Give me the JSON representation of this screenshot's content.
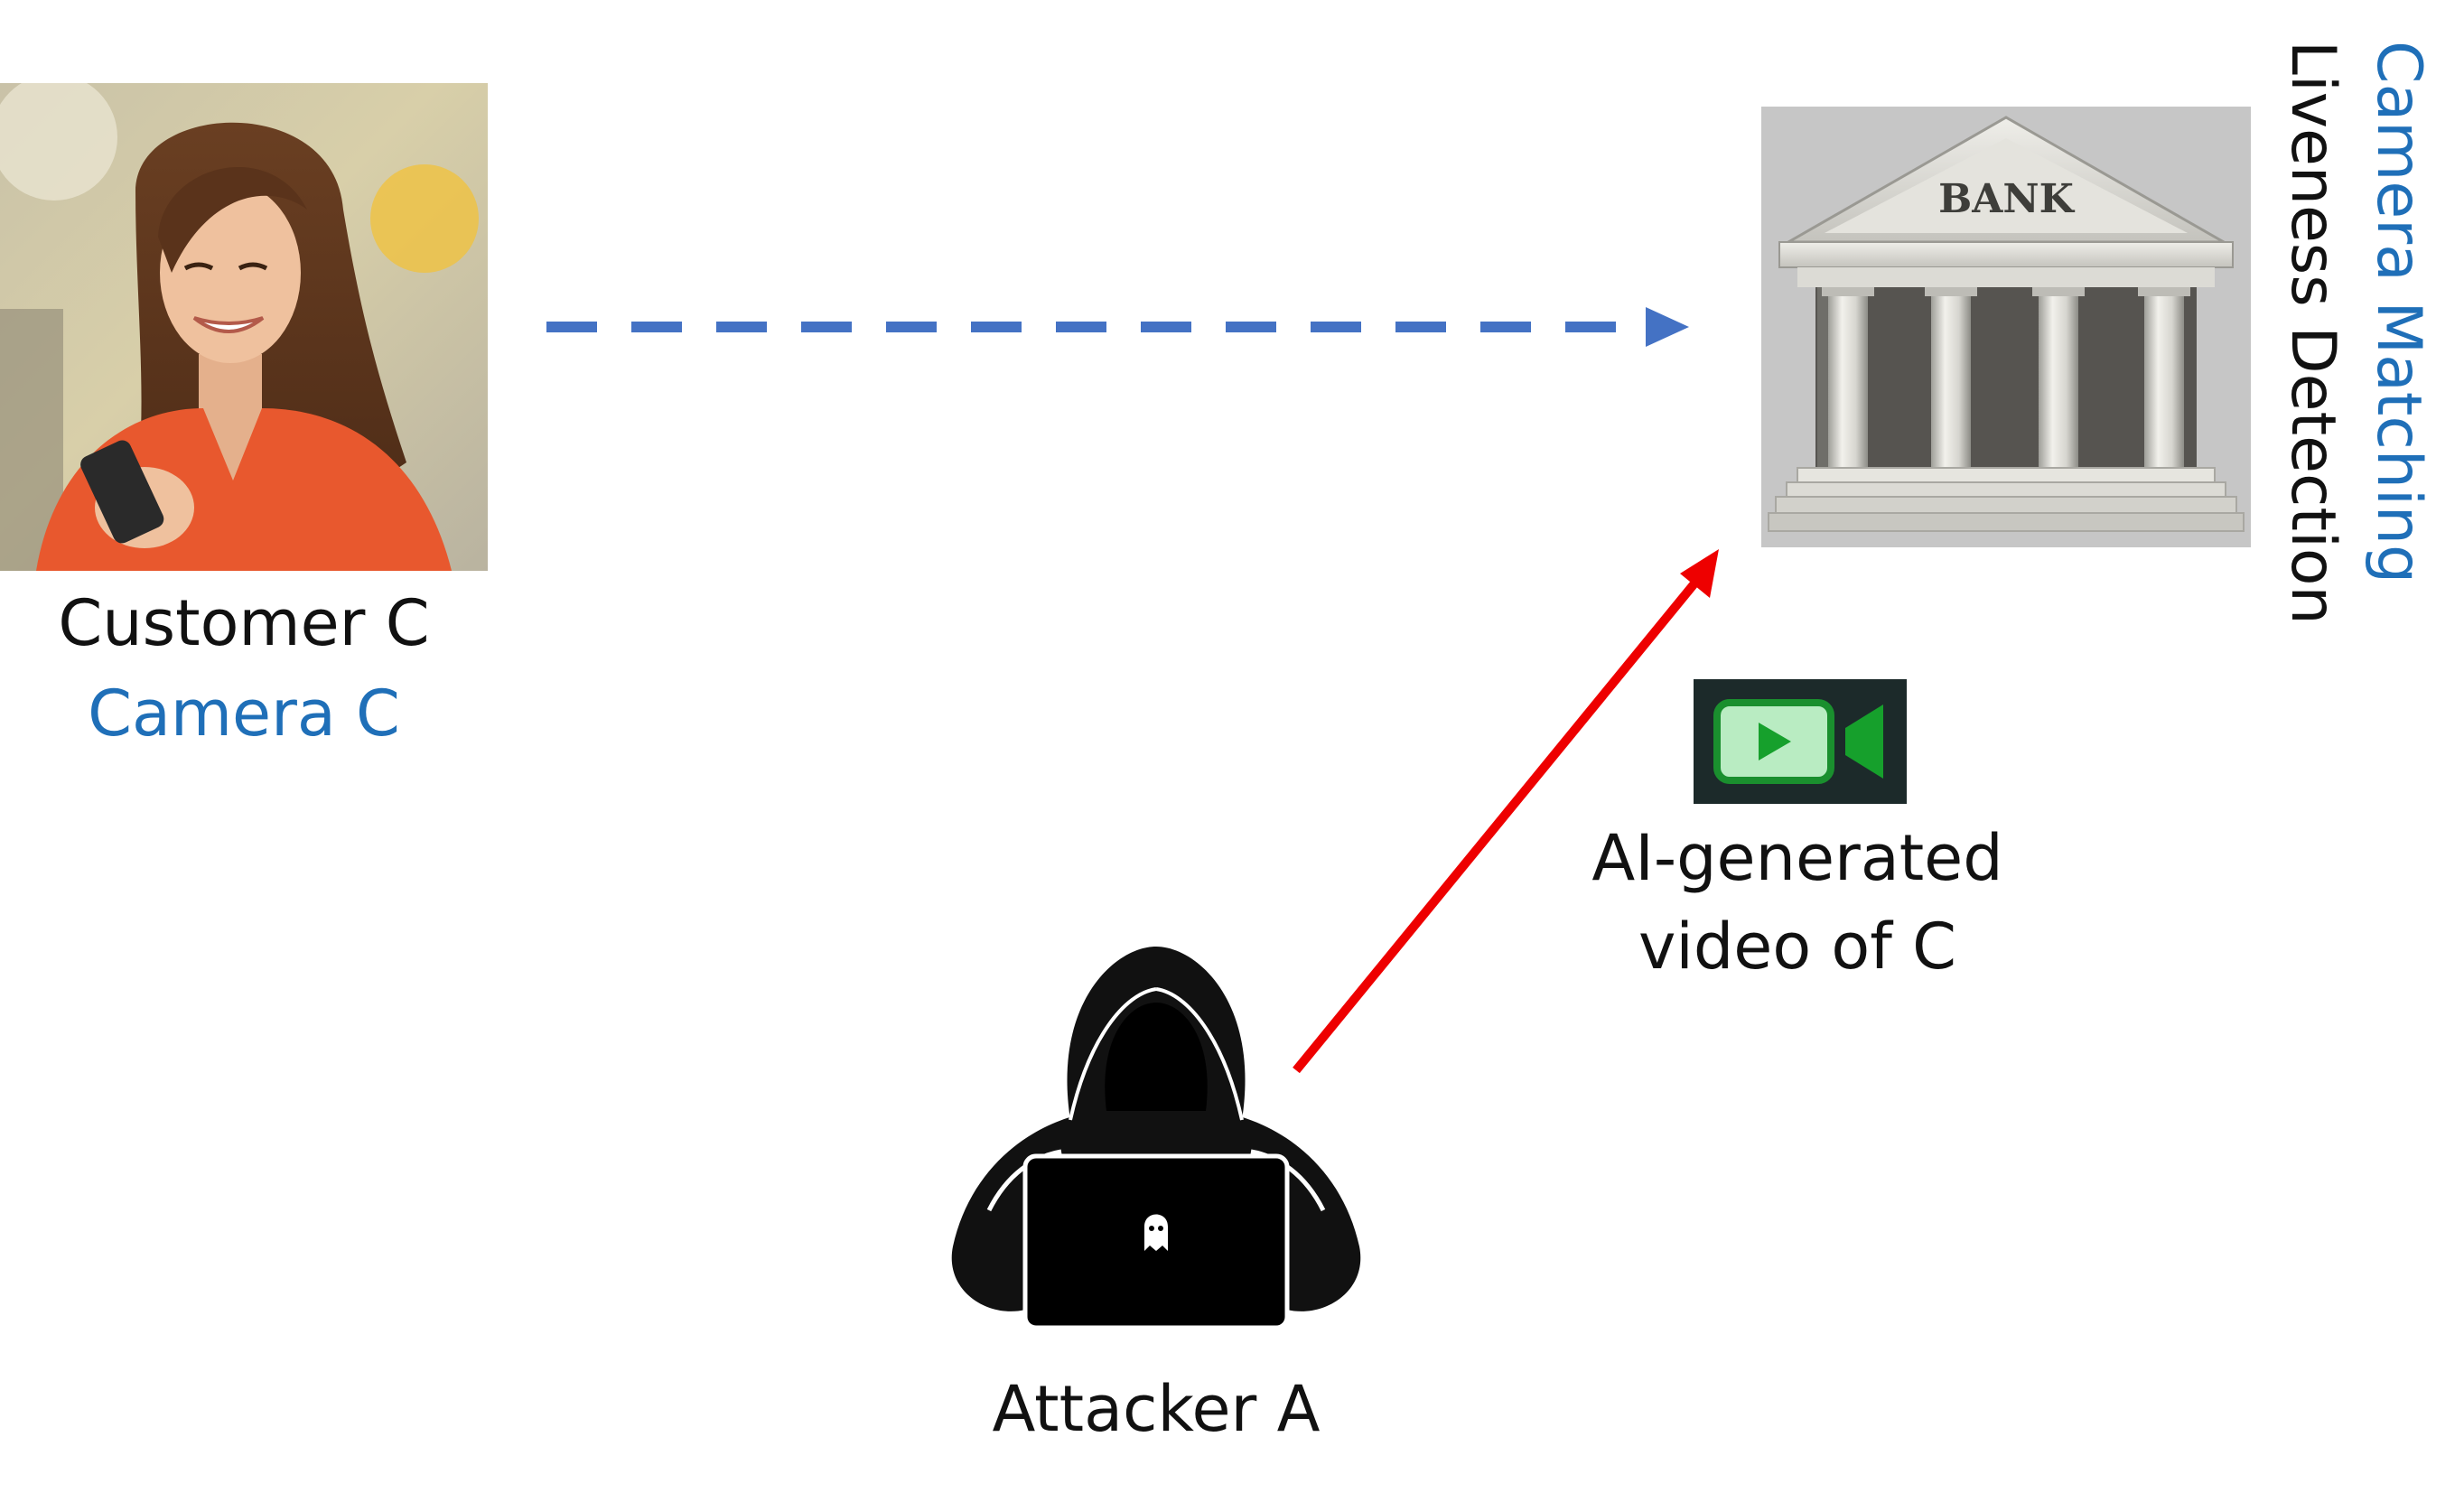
{
  "customer": {
    "name": "Customer C",
    "camera": "Camera C"
  },
  "bank": {
    "sign": "BANK",
    "checks": [
      "Camera Matching",
      "Liveness Detection"
    ]
  },
  "attacker": {
    "name": "Attacker A"
  },
  "attack_payload": {
    "line1": "AI-generated",
    "line2": "video of C"
  },
  "colors": {
    "camera_blue": "#1f6fb8",
    "legit_arrow": "#4472c4",
    "attack_arrow": "#ee0000",
    "video_icon_green": "#22c55e"
  },
  "icons": [
    "customer-photo",
    "bank-building-icon",
    "hooded-attacker-icon",
    "video-camera-icon"
  ]
}
